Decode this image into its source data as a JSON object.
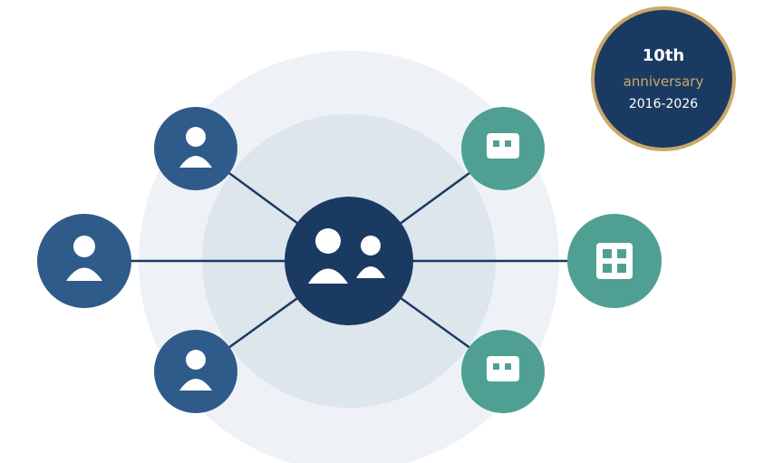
{
  "badge": {
    "title": "10th",
    "subtitle": "anniversary",
    "years": "2016-2026"
  },
  "colors": {
    "outer_ring": "#eef2f6",
    "inner_ring": "#dde5ed",
    "hub": "#1b3a62",
    "person_node": "#2e5b8a",
    "app_node": "#4fa092",
    "link": "#1b3a62",
    "badge_fill": "#1b3a62",
    "badge_border": "#c9a86a",
    "badge_accent": "#c9a86a"
  },
  "nodes": [
    {
      "id": "hub",
      "icon": "group-icon"
    },
    {
      "id": "person-top-left",
      "icon": "person-icon"
    },
    {
      "id": "person-left",
      "icon": "person-icon"
    },
    {
      "id": "person-bottom-left",
      "icon": "person-icon"
    },
    {
      "id": "app-top-right",
      "icon": "window-icon"
    },
    {
      "id": "app-right",
      "icon": "grid-icon"
    },
    {
      "id": "app-bottom-right",
      "icon": "window-icon"
    }
  ]
}
